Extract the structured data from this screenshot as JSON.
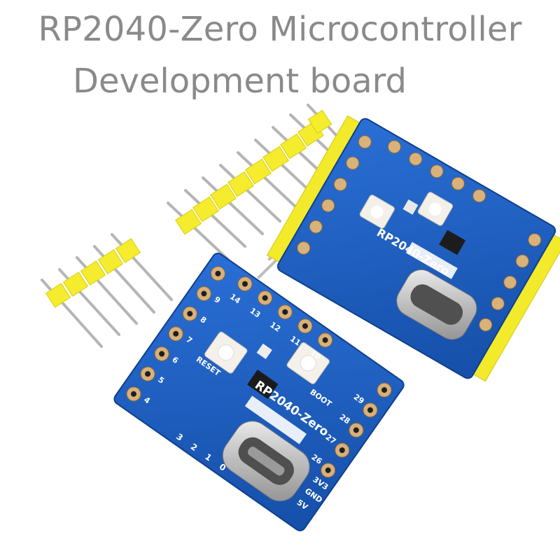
{
  "title": {
    "line1": "RP2040-Zero Microcontroller",
    "line2": "Development board"
  },
  "board": {
    "model": "RP2040-Zero",
    "reset_label": "RESET",
    "boot_label": "BOOT",
    "pins_top": [
      "14",
      "13",
      "12",
      "11",
      "10"
    ],
    "pins_left": [
      "9",
      "8",
      "7",
      "6",
      "5",
      "4",
      "3",
      "2",
      "1",
      "0"
    ],
    "pins_right": [
      "29",
      "28",
      "27",
      "26"
    ],
    "power_pins": [
      "3V3",
      "GND",
      "5V"
    ]
  },
  "colors": {
    "pcb": "#1f5fc4",
    "pcb_dark": "#134aa3",
    "header_plastic": "#f2ea2a",
    "pin_metal": "#c9c9c9",
    "title_text": "#8a8a8a"
  }
}
